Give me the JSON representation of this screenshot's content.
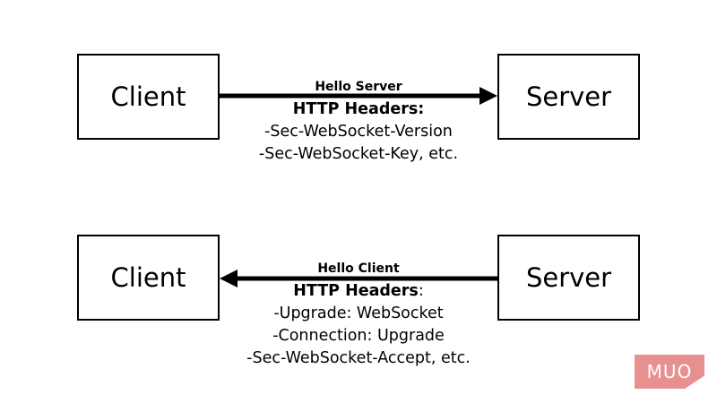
{
  "request": {
    "client_label": "Client",
    "server_label": "Server",
    "message_title": "Hello Server",
    "headers_label": "HTTP Headers:",
    "headers": [
      "-Sec-WebSocket-Version",
      "-Sec-WebSocket-Key, etc."
    ]
  },
  "response": {
    "client_label": "Client",
    "server_label": "Server",
    "message_title": "Hello Client",
    "headers_label": "HTTP Headers",
    "headers_suffix": ":",
    "headers": [
      "-Upgrade: WebSocket",
      "-Connection: Upgrade",
      "-Sec-WebSocket-Accept, etc."
    ]
  },
  "logo": {
    "text": "MUO",
    "color": "#e8908f"
  }
}
